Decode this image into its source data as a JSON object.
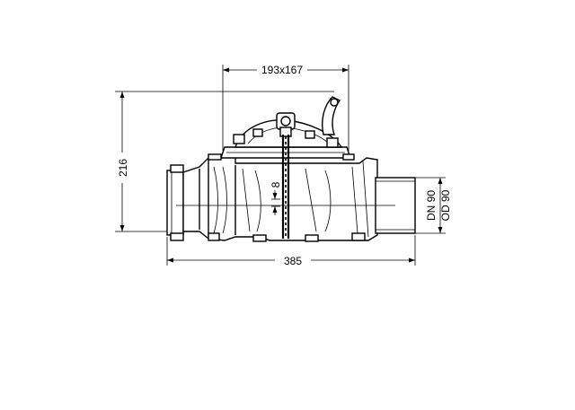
{
  "dimensions": {
    "top_width": "193x167",
    "height": "216",
    "length": "385",
    "offset": "8",
    "nominal_diameter": "DN 90",
    "outer_diameter": "OD 90"
  },
  "colors": {
    "line": "#000000",
    "background": "#ffffff"
  }
}
